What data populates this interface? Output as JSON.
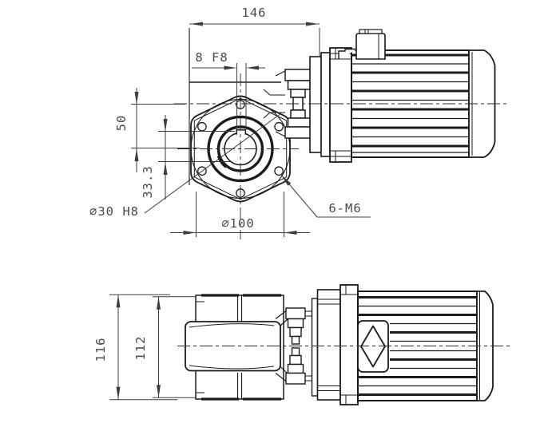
{
  "front_view": {
    "flange_width_dim": "146",
    "keyway_width_dim": "8 F8",
    "shaft_center_height_dim": "50",
    "keyway_depth_dim": "33.3",
    "output_bore_label": "∅30 H8",
    "bolt_circle_label": "∅100",
    "mounting_holes_label": "6-M6"
  },
  "side_view": {
    "overall_height_dim": "116",
    "housing_height_dim": "112"
  }
}
